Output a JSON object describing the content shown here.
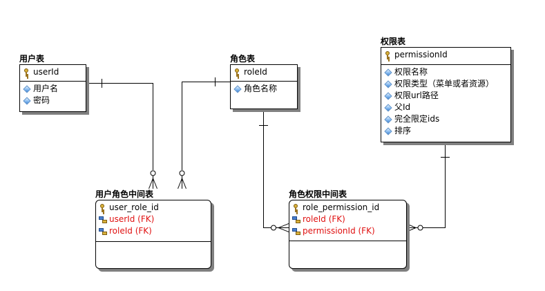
{
  "entities": {
    "user": {
      "title": "用户表",
      "pk": "userId",
      "attributes": [
        "用户名",
        "密码"
      ]
    },
    "role": {
      "title": "角色表",
      "pk": "roleId",
      "attributes": [
        "角色名称"
      ]
    },
    "permission": {
      "title": "权限表",
      "pk": "permissionId",
      "attributes": [
        "权限名称",
        "权限类型（菜单或者资源）",
        "权限url路径",
        "父Id",
        "完全限定ids",
        "排序"
      ]
    },
    "user_role": {
      "title": "用户角色中间表",
      "pk": "user_role_id",
      "fks": [
        "userId (FK)",
        "roleId (FK)"
      ]
    },
    "role_permission": {
      "title": "角色权限中间表",
      "pk": "role_permission_id",
      "fks": [
        "roleId (FK)",
        "permissionId (FK)"
      ]
    }
  },
  "relationships": [
    {
      "from": "用户表",
      "to": "用户角色中间表",
      "from_cardinality": "one",
      "to_cardinality": "zero-or-many"
    },
    {
      "from": "角色表",
      "to": "用户角色中间表",
      "from_cardinality": "one",
      "to_cardinality": "zero-or-many"
    },
    {
      "from": "角色表",
      "to": "角色权限中间表",
      "from_cardinality": "one",
      "to_cardinality": "zero-or-many"
    },
    {
      "from": "权限表",
      "to": "角色权限中间表",
      "from_cardinality": "one",
      "to_cardinality": "zero-or-many"
    }
  ],
  "colors": {
    "fk_text": "#e01010",
    "shadow": "#808080",
    "border": "#000000"
  }
}
